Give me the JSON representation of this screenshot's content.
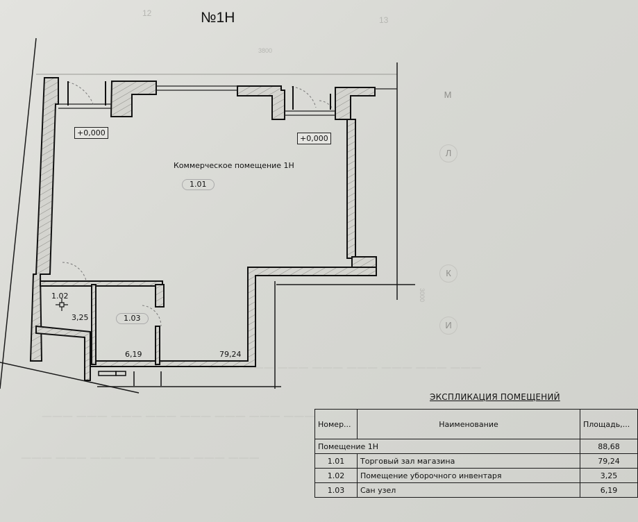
{
  "header": {
    "title": "№1Н",
    "ghost_axis_left": "12",
    "ghost_axis_right": "13",
    "ghost_dim_top": "3800"
  },
  "axes": {
    "right_letters": [
      "М",
      "Л",
      "К",
      "И"
    ],
    "side_dim": "3000"
  },
  "plan": {
    "main_room_title": "Коммерческое помещение 1Н",
    "levels": [
      "+0,000",
      "+0,000"
    ],
    "rooms": [
      {
        "number": "1.01",
        "area": "79,24"
      },
      {
        "number": "1.02",
        "area": "3,25"
      },
      {
        "number": "1.03",
        "area": "6,19"
      }
    ]
  },
  "explication": {
    "title": "ЭКСПЛИКАЦИЯ ПОМЕЩЕНИЙ",
    "headers": {
      "number": "Номер...",
      "name": "Наименование",
      "area": "Площадь,..."
    },
    "total": {
      "label": "Помещение 1Н",
      "area": "88,68"
    },
    "rows": [
      {
        "number": "1.01",
        "name": "Торговый зал магазина",
        "area": "79,24"
      },
      {
        "number": "1.02",
        "name": "Помещение уборочного инвентаря",
        "area": "3,25"
      },
      {
        "number": "1.03",
        "name": "Сан узел",
        "area": "6,19"
      }
    ]
  },
  "colors": {
    "paper": "#d9dad5",
    "ink": "#111111",
    "hatch": "#c9c9c4"
  }
}
